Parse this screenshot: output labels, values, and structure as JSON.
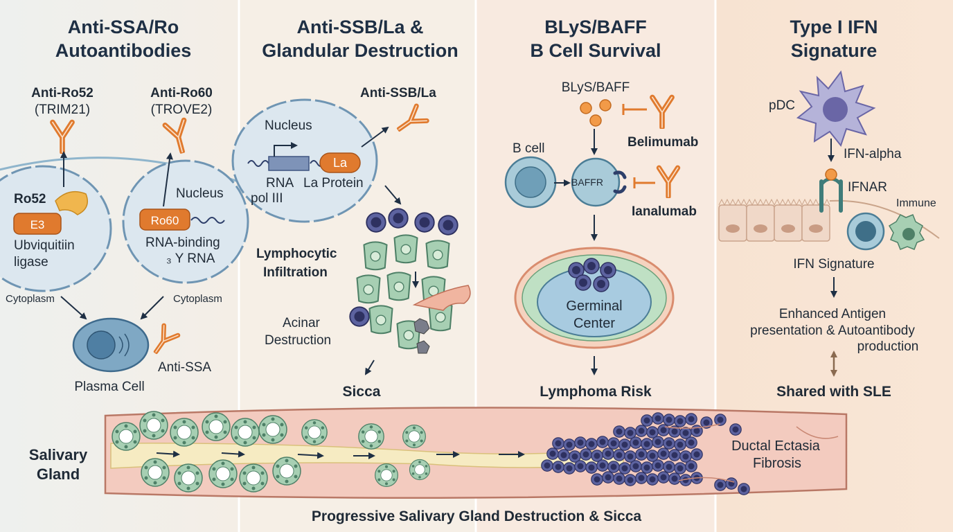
{
  "panels": [
    {
      "title_lines": [
        "Anti-SSA/Ro",
        "Autoantibodies"
      ]
    },
    {
      "title_lines": [
        "Anti-SSB/La &",
        "Glandular Destruction"
      ]
    },
    {
      "title_lines": [
        "BLyS/BAFF",
        "B Cell Survival"
      ]
    },
    {
      "title_lines": [
        "Type I IFN",
        "Signature"
      ]
    }
  ],
  "ssa": {
    "ro52_label": "Anti-Ro52",
    "ro52_gene": "(TRIM21)",
    "ro60_label": "Anti-Ro60",
    "ro60_gene": "(TROVE2)",
    "ro52": "Ro52",
    "e3": "E3",
    "ubiq_lines": [
      "Ubviquitiin",
      "ligase"
    ],
    "nucleus": "Nucleus",
    "ro60": "Ro60",
    "rna_binding": "RNA-binding",
    "yrna": "₃ Y RNA",
    "cytoplasm_left": "Cytoplasm",
    "cytoplasm_right": "Cytoplasm",
    "anti_ssa": "Anti-SSA",
    "plasma_cell": "Plasma Cell"
  },
  "ssb": {
    "nucleus": "Nucleus",
    "la": "La",
    "anti_ssb": "Anti-SSB/La",
    "rna_pol_lines": [
      "RNA",
      "pol III"
    ],
    "la_protein": "La Protein",
    "lymph_lines": [
      "Lymphocytic",
      "Infiltration"
    ],
    "acinar_lines": [
      "Acinar",
      "Destruction"
    ],
    "sicca": "Sicca"
  },
  "baff": {
    "blys": "BLyS/BAFF",
    "belimumab": "Belimumab",
    "b_cell": "B cell",
    "baffr": "BAFFR",
    "ianalumab": "Ianalumab",
    "gc_lines": [
      "Germinal",
      "Center"
    ],
    "lymphoma": "Lymphoma Risk"
  },
  "ifn": {
    "pdc": "pDC",
    "ifn_alpha": "IFN-alpha",
    "ifnar": "IFNAR",
    "immune": "Immune",
    "signature": "IFN Signature",
    "enhanced_lines": [
      "Enhanced Antigen",
      "presentation & Autoantibody",
      "production"
    ],
    "shared": "Shared with SLE"
  },
  "gland": {
    "label_lines": [
      "Salivary",
      "Gland"
    ],
    "ductal_lines": [
      "Ductal Ectasia",
      "Fibrosis"
    ],
    "caption": "Progressive Salivary Gland Destruction & Sicca"
  },
  "colors": {
    "orange": "#e07a2e",
    "teal": "#3f7c7a",
    "navy": "#1e2f44",
    "acinar": "#9cc8ab",
    "lymph": "#4a4f8c",
    "tissue": "#f3cbbf"
  },
  "icons": [
    "antibody-icon",
    "arrow-icon",
    "cell-icon",
    "receptor-icon"
  ]
}
